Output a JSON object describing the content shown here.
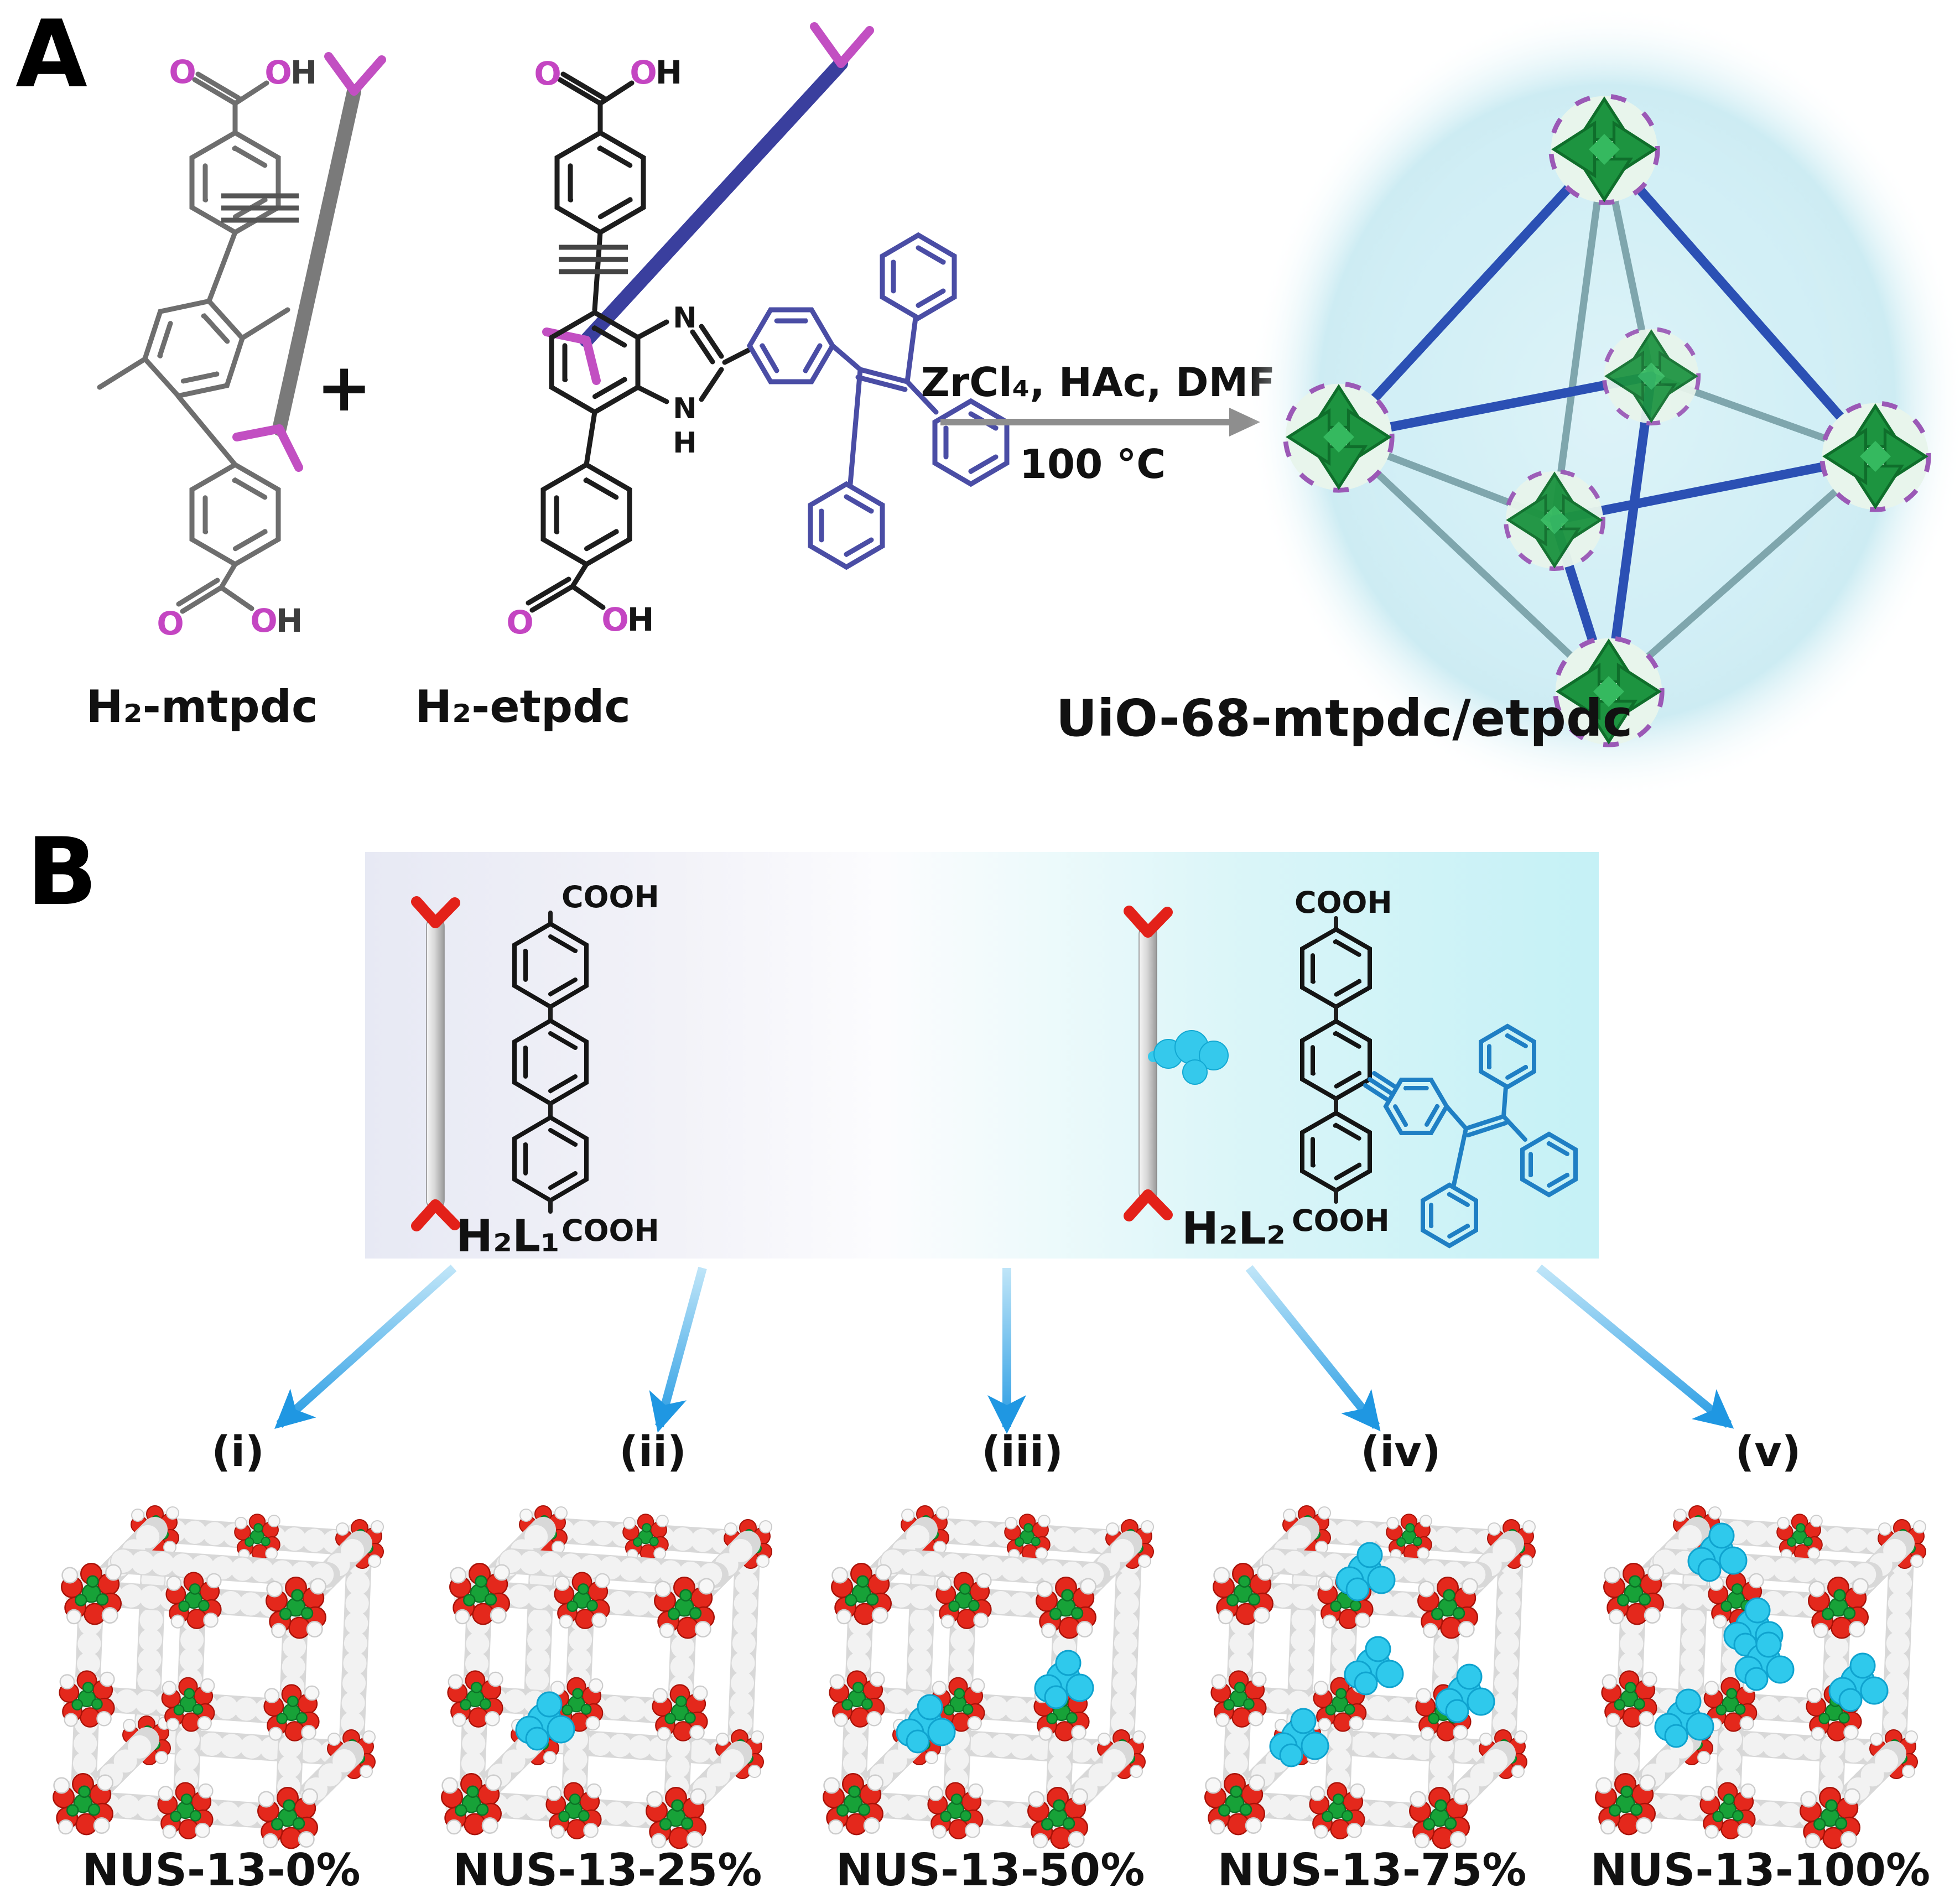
{
  "panel_a": {
    "label": "A",
    "plus_sign": "+",
    "molecule_1": {
      "name": "H₂-mtpdc"
    },
    "molecule_2": {
      "name": "H₂-etpdc"
    },
    "reaction": {
      "reagents": "ZrCl₄, HAc, DMF",
      "temperature": "100 °C"
    },
    "product": {
      "name": "UiO-68-mtpdc/etpdc"
    }
  },
  "panel_b": {
    "label": "B",
    "ligand_1": {
      "name": "H₂L₁",
      "cooh_top": "COOH",
      "cooh_bottom": "COOH"
    },
    "ligand_2": {
      "name": "H₂L₂",
      "cooh_top": "COOH",
      "cooh_bottom": "COOH"
    },
    "variants": [
      {
        "roman": "(i)",
        "name": "NUS-13-0%"
      },
      {
        "roman": "(ii)",
        "name": "NUS-13-25%"
      },
      {
        "roman": "(iii)",
        "name": "NUS-13-50%"
      },
      {
        "roman": "(iv)",
        "name": "NUS-13-75%"
      },
      {
        "roman": "(v)",
        "name": "NUS-13-100%"
      }
    ]
  },
  "atoms": {
    "o": "O",
    "h": "H",
    "n": "N",
    "cooh": "COOH"
  },
  "colors": {
    "atom_pink": "#c445c2",
    "skeleton_gray": "#6e6e6e",
    "skeleton_black": "#1d1d1d",
    "tpe_blueviolet": "#4a4da5",
    "ligand2_blue": "#1f7fc4",
    "rod_blue": "#3a3f9e",
    "fork_magenta": "#c24fc2",
    "mof_green": "#1d9440",
    "node_purple": "#9b59b6",
    "edge_blue": "#2b50b4",
    "edge_teal": "#7fa6ad",
    "arrow_blue": "#1e97e2",
    "cyan_tpe": "#2fc9ec",
    "cluster_red": "#e4281c",
    "glow_cyan": "#d9f1f6"
  }
}
